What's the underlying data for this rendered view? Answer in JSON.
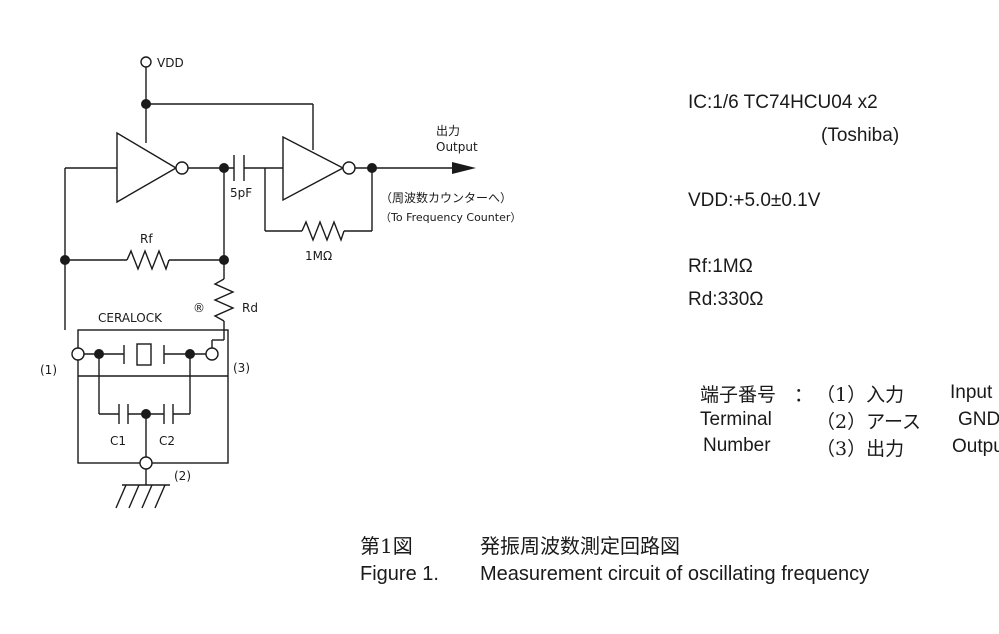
{
  "circuit": {
    "vdd": "VDD",
    "output_jp": "出力",
    "output_en": "Output",
    "counter_jp": "（周波数カウンターへ）",
    "counter_en": "（To Frequency Counter）",
    "cap_5pf": "5pF",
    "rf": "Rf",
    "r_1m": "1MΩ",
    "rd": "Rd",
    "ceralock": "CERALOCK",
    "ceralock_mark": "®",
    "term1": "(1)",
    "term2": "(2)",
    "term3": "(3)",
    "c1": "C1",
    "c2": "C2"
  },
  "specs": {
    "ic_line1": "IC:1/6 TC74HCU04 x2",
    "ic_line2": "(Toshiba)",
    "vdd": "VDD:+5.0±0.1V",
    "rf": "Rf:1MΩ",
    "rd": "Rd:330Ω"
  },
  "terminal": {
    "label_jp": "端子番号",
    "colon": "：",
    "label_en1": "Terminal",
    "label_en2": "Number",
    "rows": [
      {
        "num_jp": "（1）入力",
        "en": "Input"
      },
      {
        "num_jp": "（2）アース",
        "en": "GND"
      },
      {
        "num_jp": "（3）出力",
        "en": "Output"
      }
    ]
  },
  "caption": {
    "jp_num": "第1図",
    "jp_text": "発振周波数測定回路図",
    "en_num": "Figure 1.",
    "en_text": "Measurement circuit of oscillating frequency"
  }
}
